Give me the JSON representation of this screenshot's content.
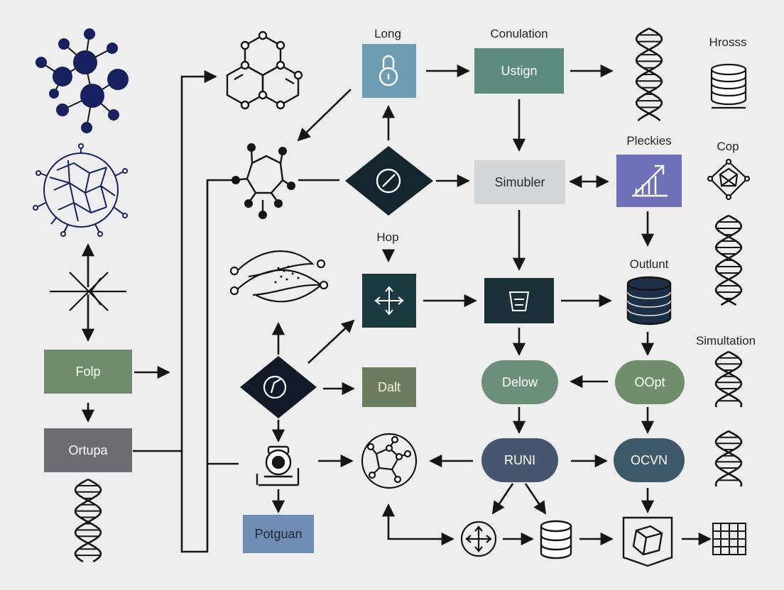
{
  "colors": {
    "background": "#eeeeee",
    "line": "#151515",
    "navy": "#17215e",
    "teal": "#5b8a7e",
    "steel_blue": "#6e9cb2",
    "gray": "#6e6e73",
    "light_gray": "#d3d7da",
    "dark_slate": "#1b2f36",
    "sage": "#6f8f6b",
    "olive": "#6d7c5e",
    "periwinkle": "#6e70b8",
    "slate_blue": "#47566f",
    "cornflower": "#6d8bb0",
    "deep_teal": "#3e5968"
  },
  "labels": {
    "long": "Long",
    "conulation": "Conulation",
    "hrosss": "Hrosss",
    "pleckies": "Pleckies",
    "cop": "Cop",
    "hop": "Hop",
    "outlunt": "Outlunt",
    "simultation": "Simultation"
  },
  "nodes": {
    "folp": "Folp",
    "ortupa": "Ortupa",
    "potguan": "Potguan",
    "ustign": "Ustign",
    "simubler": "Simubler",
    "dalt": "Dalt",
    "delow": "Delow",
    "oopt": "OOpt",
    "runi": "RUNI",
    "ocvn": "OCVN"
  },
  "icons": [
    "molecule-network-icon",
    "hexagon-ring-icon",
    "globe-network-icon",
    "star-cross-icon",
    "ring-molecule-icon",
    "flowing-streams-icon",
    "lock-icon",
    "dna-helix-icon",
    "database-stack-icon",
    "gauge-diamond-icon",
    "growth-chart-icon",
    "crystal-icon",
    "move-arrows-icon",
    "funnel-box-icon",
    "compass-diamond-icon",
    "microscope-icon",
    "network-circle-icon",
    "move-circle-icon",
    "cube-shield-icon",
    "grid-table-icon"
  ]
}
